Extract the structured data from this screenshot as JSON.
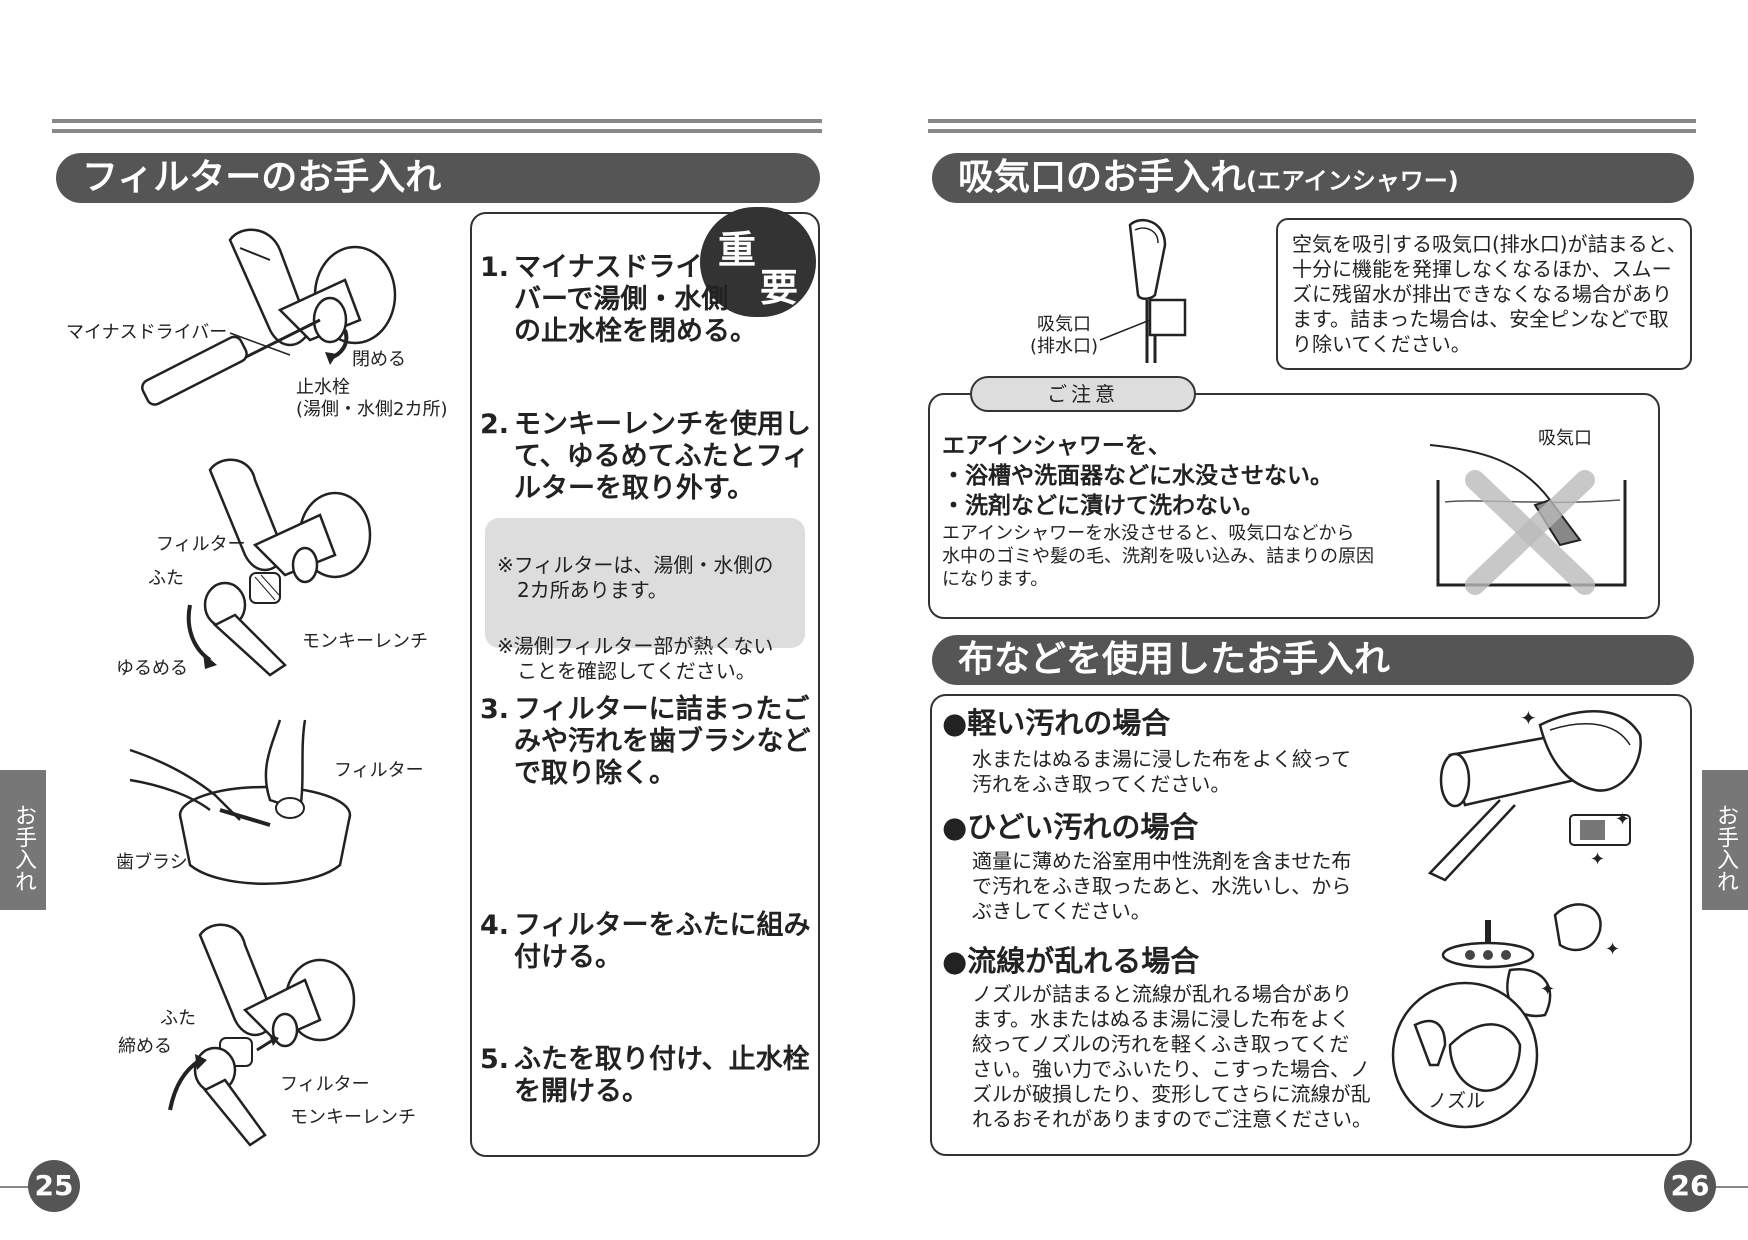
{
  "left": {
    "banner": "フィルターのお手入れ",
    "badge": [
      "重",
      "要"
    ],
    "steps": [
      {
        "num": "1.",
        "text": "マイナスドライ\nバーで湯側・水側\nの止水栓を閉める。"
      },
      {
        "num": "2.",
        "text": "モンキーレンチを使用し\nて、ゆるめてふたとフィ\nルターを取り外す。"
      },
      {
        "num": "3.",
        "text": "フィルターに詰まったご\nみや汚れを歯ブラシなど\nで取り除く。"
      },
      {
        "num": "4.",
        "text": "フィルターをふたに組み\n付ける。"
      },
      {
        "num": "5.",
        "text": "ふたを取り付け、止水栓\nを開ける。"
      }
    ],
    "notes": [
      "※フィルターは、湯側・水側の\n　2カ所あります。",
      "※湯側フィルター部が熱くない\n　ことを確認してください。"
    ],
    "fig_labels": {
      "screwdriver": "マイナスドライバー",
      "close": "閉める",
      "stopcock": "止水栓\n(湯側・水側2カ所)",
      "filter1": "フィルター",
      "lid1": "ふた",
      "wrench1": "モンキーレンチ",
      "loosen": "ゆるめる",
      "filter2": "フィルター",
      "toothbrush": "歯ブラシ",
      "lid2": "ふた",
      "tighten": "締める",
      "filter3": "フィルター",
      "wrench2": "モンキーレンチ"
    },
    "page_number": "25",
    "side_tab": "お手入れ"
  },
  "right": {
    "banner_main": "吸気口のお手入れ",
    "banner_sub": "(エアインシャワー)",
    "intake_label": "吸気口\n(排水口)",
    "info": "空気を吸引する吸気口(排水口)が詰まると、\n十分に機能を発揮しなくなるほか、スムー\nズに残留水が排出できなくなる場合があり\nます。詰まった場合は、安全ピンなどで取\nり除いてください。",
    "caution": {
      "title": "ご注意",
      "main": "エアインシャワーを、\n・浴槽や洗面器などに水没させない。\n・洗剤などに漬けて洗わない。",
      "detail": "エアインシャワーを水没させると、吸気口などから\n水中のゴミや髪の毛、洗剤を吸い込み、詰まりの原因\nになります。",
      "fig_label": "吸気口"
    },
    "banner2": "布などを使用したお手入れ",
    "sections": [
      {
        "heading": "●軽い汚れの場合",
        "body": "水またはぬるま湯に浸した布をよく絞って\n汚れをふき取ってください。"
      },
      {
        "heading": "●ひどい汚れの場合",
        "body": "適量に薄めた浴室用中性洗剤を含ませた布\nで汚れをふき取ったあと、水洗いし、から\nぶきしてください。"
      },
      {
        "heading": "●流線が乱れる場合",
        "body": "ノズルが詰まると流線が乱れる場合があり\nます。水またはぬるま湯に浸した布をよく\n絞ってノズルの汚れを軽くふき取ってくだ\nさい。強い力でふいたり、こすった場合、ノ\nズルが破損したり、変形してさらに流線が乱\nれるおそれがありますのでご注意ください。"
      }
    ],
    "nozzle_label": "ノズル",
    "page_number": "26",
    "side_tab": "お手入れ"
  }
}
